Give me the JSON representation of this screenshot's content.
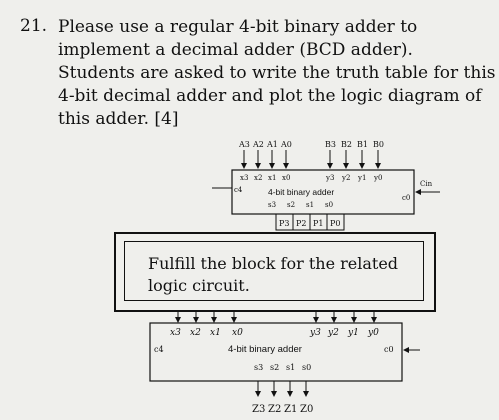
{
  "question": {
    "number": "21.",
    "lines": [
      "Please use a regular 4-bit binary adder to",
      "implement a decimal adder (BCD adder).",
      "Students are asked to write the truth table for this",
      "4-bit decimal adder and plot the logic diagram of",
      "this adder. [4]"
    ]
  },
  "top_adder": {
    "inputs_a": [
      "A3",
      "A2",
      "A1",
      "A0"
    ],
    "inputs_b": [
      "B3",
      "B2",
      "B1",
      "B0"
    ],
    "ports_x": [
      "x3",
      "x2",
      "x1",
      "x0"
    ],
    "ports_y": [
      "y3",
      "y2",
      "y1",
      "y0"
    ],
    "title": "4-bit binary adder",
    "ports_s": [
      "s3",
      "s2",
      "s1",
      "s0"
    ],
    "outputs": [
      "P3",
      "P2",
      "P1",
      "P0"
    ],
    "c4": "c4",
    "c0": "c0",
    "cin": "Cin"
  },
  "fulfill": {
    "line1": "Fulfill the block for the related",
    "line2": "logic circuit."
  },
  "bottom_adder": {
    "ports_x": [
      "x3",
      "x2",
      "x1",
      "x0"
    ],
    "ports_y": [
      "y3",
      "y2",
      "y1",
      "y0"
    ],
    "title": "4-bit binary adder",
    "ports_s": [
      "s3",
      "s2",
      "s1",
      "s0"
    ],
    "outputs": [
      "Z3",
      "Z2",
      "Z1",
      "Z0"
    ],
    "c4": "c4",
    "c0": "c0"
  }
}
